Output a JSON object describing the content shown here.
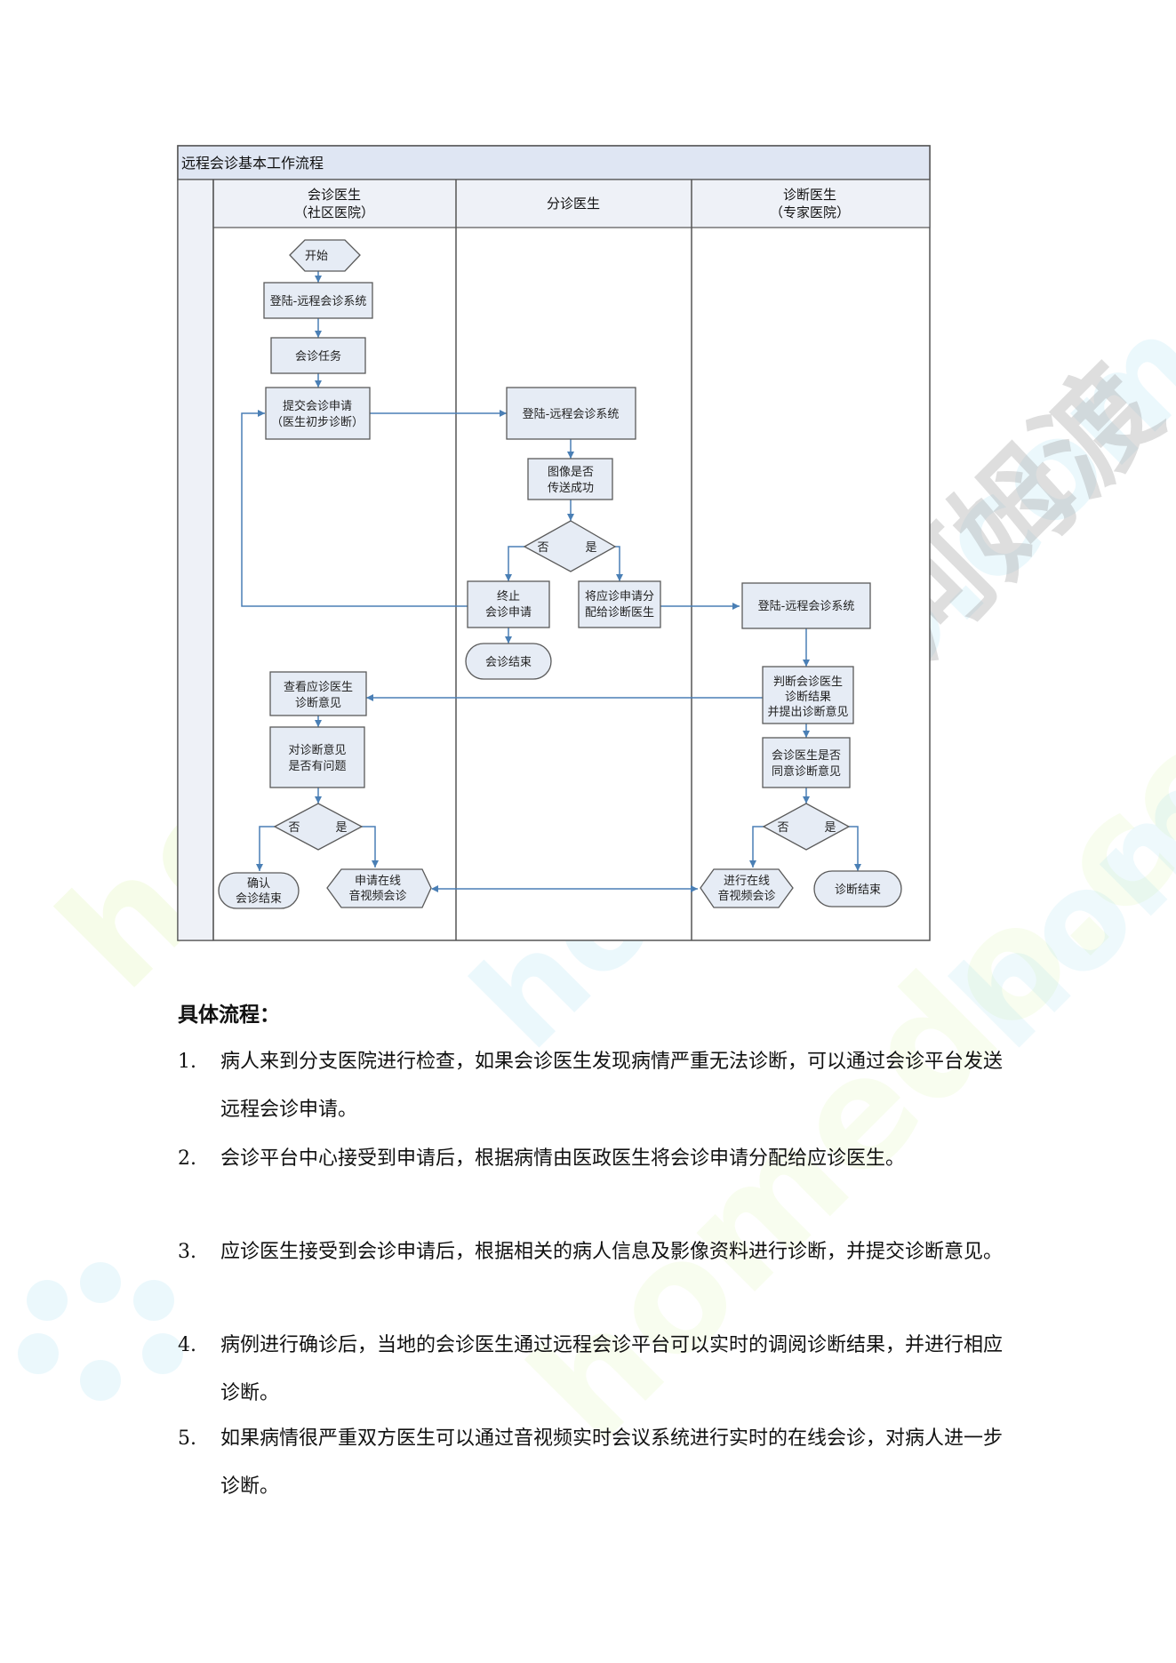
{
  "flowchart": {
    "title": "远程会诊基本工作流程",
    "lanes": [
      {
        "line1": "会诊医生",
        "line2": "（社区医院）"
      },
      {
        "line1": "分诊医生",
        "line2": ""
      },
      {
        "line1": "诊断医生",
        "line2": "（专家医院）"
      }
    ],
    "nodes": {
      "start": "开始",
      "login1": "登陆-远程会诊系统",
      "task": "会诊任务",
      "submit_1": "提交会诊申请",
      "submit_2": "（医生初步诊断）",
      "login2": "登陆-远程会诊系统",
      "image_1": "图像是否",
      "image_2": "传送成功",
      "decision1_no": "否",
      "decision1_yes": "是",
      "terminate_1": "终止",
      "terminate_2": "会诊申请",
      "assign_1": "将应诊申请分",
      "assign_2": "配给诊断医生",
      "end1": "会诊结束",
      "login3": "登陆-远程会诊系统",
      "judge_1": "判断会诊医生",
      "judge_2": "诊断结果",
      "judge_3": "并提出诊断意见",
      "view_1": "查看应诊医生",
      "view_2": "诊断意见",
      "question_1": "对诊断意见",
      "question_2": "是否有问题",
      "agree_1": "会诊医生是否",
      "agree_2": "同意诊断意见",
      "decision2_no": "否",
      "decision2_yes": "是",
      "decision3_no": "否",
      "decision3_yes": "是",
      "confirm_1": "确认",
      "confirm_2": "会诊结束",
      "apply_1": "申请在线",
      "apply_2": "音视频会诊",
      "online_1": "进行在线",
      "online_2": "音视频会诊",
      "end2": "诊断结束"
    }
  },
  "content": {
    "heading": "具体流程：",
    "steps": [
      {
        "num": "1.",
        "text": "病人来到分支医院进行检查，如果会诊医生发现病情严重无法诊断，可以通过会诊平台发送远程会诊申请。"
      },
      {
        "num": "2.",
        "text": "会诊平台中心接受到申请后，根据病情由医政医生将会诊申请分配给应诊医生。"
      },
      {
        "num": "3.",
        "text": "应诊医生接受到会诊申请后，根据相关的病人信息及影像资料进行诊断，并提交诊断意见。"
      },
      {
        "num": "4.",
        "text": "病例进行确诊后，当地的会诊医生通过远程会诊平台可以实时的调阅诊断结果，并进行相应诊断。"
      },
      {
        "num": "5.",
        "text": "如果病情很严重双方医生可以通过音视频实时会议系统进行实时的在线会诊，对病人进一步诊断。"
      }
    ]
  },
  "watermark": {
    "latin": "homedo.com",
    "cjk": "河姆渡"
  },
  "colors": {
    "node_fill": "#e6ecf5",
    "node_stroke": "#5a5a5a",
    "arrow": "#4a7fb5",
    "title_fill": "#dfe6f3"
  }
}
